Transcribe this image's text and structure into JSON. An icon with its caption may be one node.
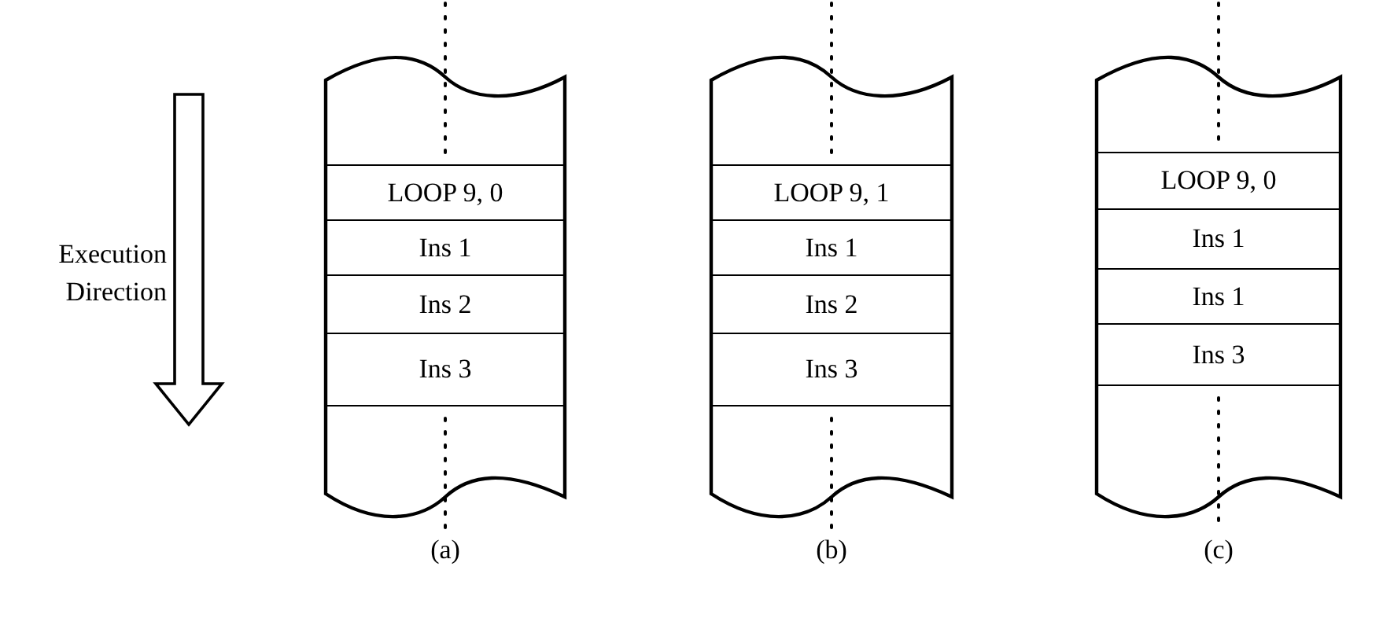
{
  "diagram": {
    "nodes": [
      {
        "text": [],
        "shape": "box",
        "beside": [
          "(a)"
        ]
      },
      {
        "text": [
          "LOOP 9, 0"
        ],
        "in": 0
      },
      {
        "text": [
          "Ins 1"
        ],
        "in": 0
      },
      {
        "text": [
          "Ins 2"
        ],
        "in": 0
      },
      {
        "text": [
          "Ins 3"
        ],
        "in": 0
      },
      {
        "text": [],
        "shape": "box",
        "beside": [
          "(b)"
        ]
      },
      {
        "text": [
          "LOOP 9, 1"
        ],
        "in": 5
      },
      {
        "text": [
          "Ins 1"
        ],
        "in": 5
      },
      {
        "text": [
          "Ins 2"
        ],
        "in": 5
      },
      {
        "text": [
          "Ins 3"
        ],
        "in": 5
      },
      {
        "text": [],
        "shape": "box",
        "beside": [
          "(c)"
        ]
      },
      {
        "text": [
          "LOOP 9, 0"
        ],
        "in": 10
      },
      {
        "text": [
          "Ins 1"
        ],
        "in": 10
      },
      {
        "text": [
          "Ins 1"
        ],
        "in": 10
      },
      {
        "text": [
          "Ins 3"
        ],
        "in": 10
      }
    ],
    "labels": [
      "Execution Direction"
    ]
  }
}
